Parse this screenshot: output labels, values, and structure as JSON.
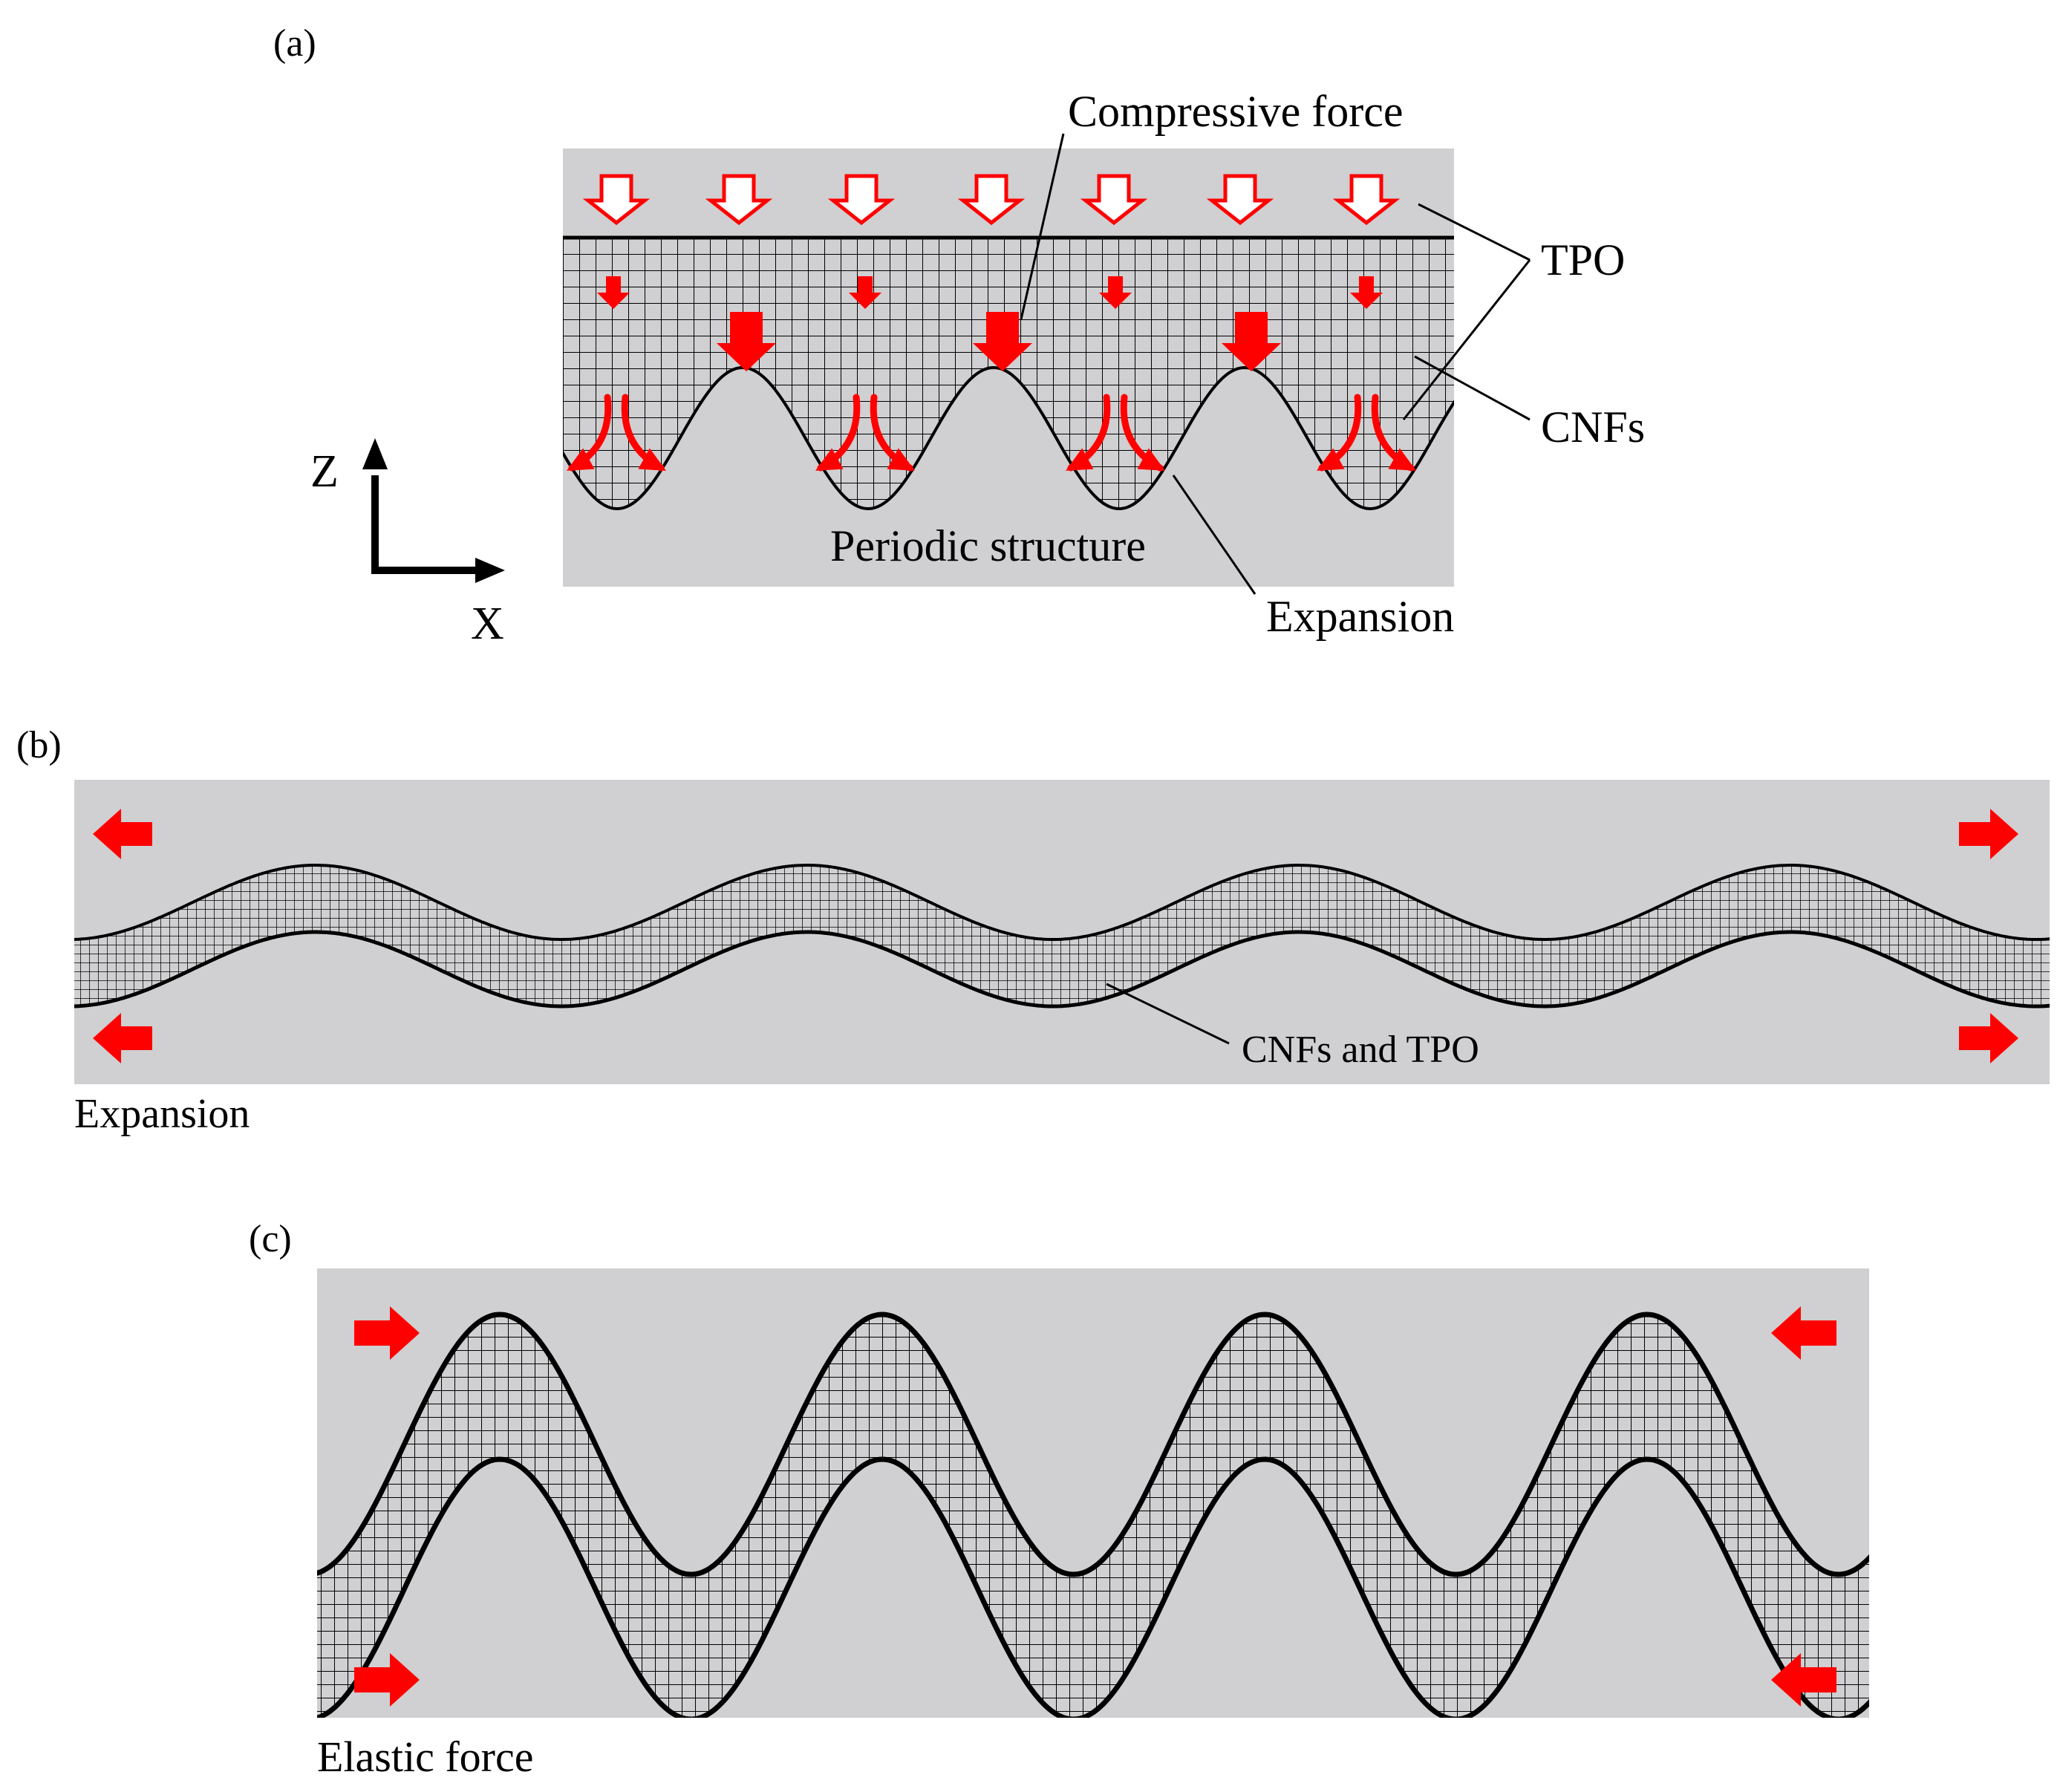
{
  "panel_a": {
    "label": "(a)",
    "compressive_force": "Compressive force",
    "tpo": "TPO",
    "cnfs": "CNFs",
    "periodic_structure": "Periodic structure",
    "expansion": "Expansion",
    "axis_z": "Z",
    "axis_x": "X"
  },
  "panel_b": {
    "label": "(b)",
    "cnfs_and_tpo": "CNFs and TPO",
    "expansion": "Expansion"
  },
  "panel_c": {
    "label": "(c)",
    "elastic_force": "Elastic force"
  },
  "colors": {
    "matrix_gray": "#d0cfd1",
    "arrow_red": "#ff0000",
    "line_black": "#000000",
    "background": "#ffffff"
  }
}
